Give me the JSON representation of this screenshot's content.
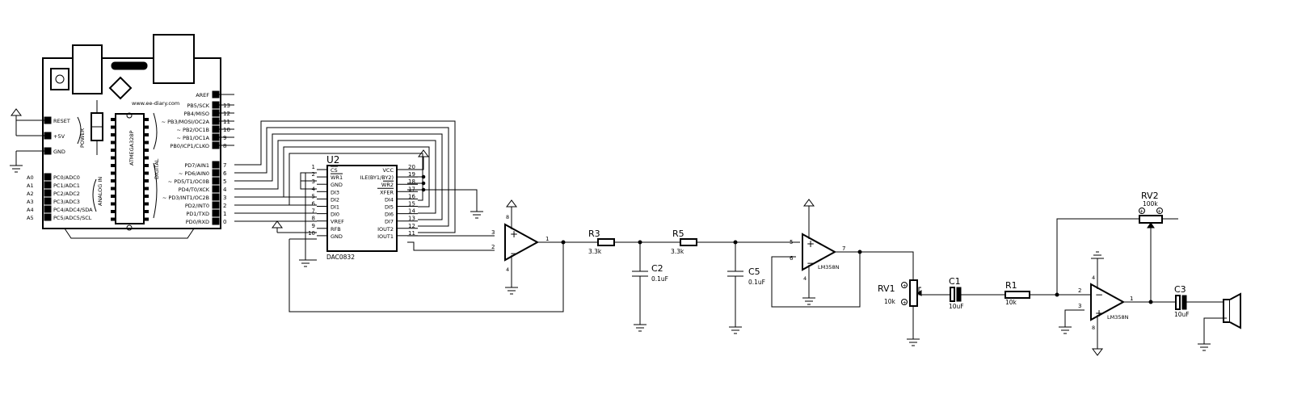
{
  "arduino": {
    "url": "www.ee-diary.com",
    "label_power": "POWER",
    "label_analog": "ANALOG IN",
    "label_digital": "DIGITAL",
    "left_pins": [
      "RESET",
      "+5V",
      "GND"
    ],
    "analog_pins": [
      {
        "name": "A0",
        "label": "PC0/ADC0"
      },
      {
        "name": "A1",
        "label": "PC1/ADC1"
      },
      {
        "name": "A2",
        "label": "PC2/ADC2"
      },
      {
        "name": "A3",
        "label": "PC3/ADC3"
      },
      {
        "name": "A4",
        "label": "PC4/ADC4/SDA"
      },
      {
        "name": "A5",
        "label": "PC5/ADC5/SCL"
      }
    ],
    "right_top_pins": [
      {
        "label": "AREF",
        "num": ""
      },
      {
        "label": "PB5/SCK",
        "num": "13"
      },
      {
        "label": "PB4/MISO",
        "num": "12"
      },
      {
        "label": "~ PB3/MOSI/OC2A",
        "num": "11"
      },
      {
        "label": "~ PB2/OC1B",
        "num": "10"
      },
      {
        "label": "~ PB1/OC1A",
        "num": "9"
      },
      {
        "label": "PB0/ICP1/CLKO",
        "num": "8"
      }
    ],
    "right_bottom_pins": [
      {
        "label": "PD7/AIN1",
        "num": "7"
      },
      {
        "label": "~ PD6/AIN0",
        "num": "6"
      },
      {
        "label": "~ PD5/T1/OC0B",
        "num": "5"
      },
      {
        "label": "PD4/T0/XCK",
        "num": "4"
      },
      {
        "label": "~ PD3/INT1/OC2B",
        "num": "3"
      },
      {
        "label": "PD2/INT0",
        "num": "2"
      },
      {
        "label": "PD1/TXD",
        "num": "1"
      },
      {
        "label": "PD0/RXD",
        "num": "0"
      }
    ]
  },
  "dac": {
    "ref": "U2",
    "part": "DAC0832",
    "left_pins": [
      {
        "num": "1",
        "label": "CS"
      },
      {
        "num": "2",
        "label": "WR1"
      },
      {
        "num": "3",
        "label": "GND"
      },
      {
        "num": "4",
        "label": "DI3"
      },
      {
        "num": "5",
        "label": "DI2"
      },
      {
        "num": "6",
        "label": "DI1"
      },
      {
        "num": "7",
        "label": "DI0"
      },
      {
        "num": "8",
        "label": "VREF"
      },
      {
        "num": "9",
        "label": "RFB"
      },
      {
        "num": "10",
        "label": "GND"
      }
    ],
    "right_pins": [
      {
        "num": "20",
        "label": "VCC"
      },
      {
        "num": "19",
        "label": "ILE(BY1/BY2)"
      },
      {
        "num": "18",
        "label": "WR2"
      },
      {
        "num": "17",
        "label": "XFER"
      },
      {
        "num": "16",
        "label": "DI4"
      },
      {
        "num": "15",
        "label": "DI5"
      },
      {
        "num": "14",
        "label": "DI6"
      },
      {
        "num": "13",
        "label": "DI7"
      },
      {
        "num": "12",
        "label": "IOUT2"
      },
      {
        "num": "11",
        "label": "IOUT1"
      }
    ]
  },
  "opamp1": {
    "pin_plus": "3",
    "pin_minus": "2",
    "pin_out": "1",
    "pin_v_top": "8",
    "pin_v_bot": "4"
  },
  "opamp2": {
    "pin_plus": "5",
    "pin_minus": "6",
    "pin_out": "7",
    "pin_v_bot": "4",
    "part": "LM358N"
  },
  "opamp3": {
    "pin_minus": "2",
    "pin_plus": "3",
    "pin_out": "1",
    "pin_v_top": "4",
    "pin_v_bot": "8",
    "part": "LM358N"
  },
  "components": {
    "r3": {
      "ref": "R3",
      "value": "3.3k"
    },
    "r5": {
      "ref": "R5",
      "value": "3.3k"
    },
    "c2": {
      "ref": "C2",
      "value": "0.1uF"
    },
    "c5": {
      "ref": "C5",
      "value": "0.1uF"
    },
    "rv1": {
      "ref": "RV1",
      "value": "10k"
    },
    "c1": {
      "ref": "C1",
      "value": "10uF"
    },
    "r1": {
      "ref": "R1",
      "value": "10k"
    },
    "rv2": {
      "ref": "RV2",
      "value": "100k"
    },
    "c3": {
      "ref": "C3",
      "value": "10uF"
    }
  }
}
